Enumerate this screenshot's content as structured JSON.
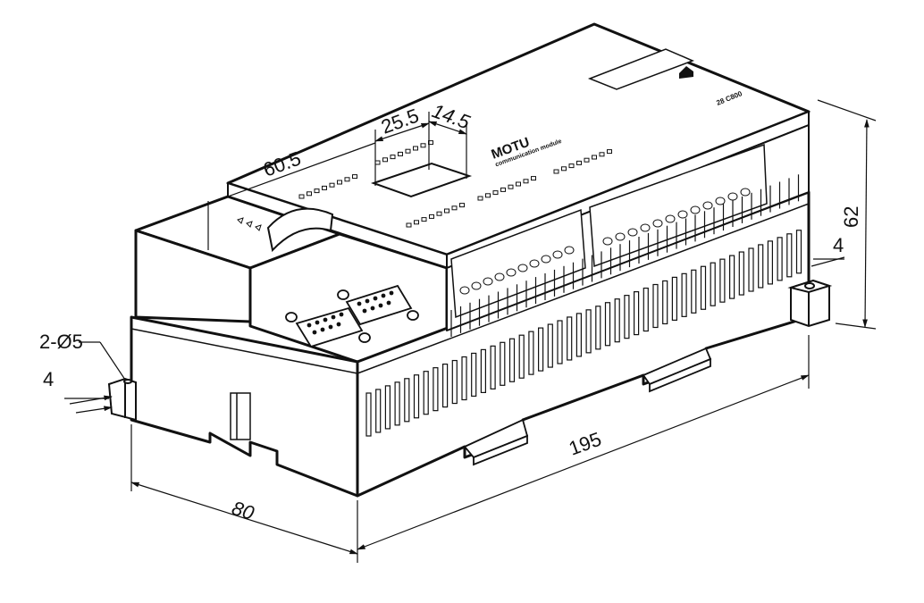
{
  "drawing": {
    "subject": "",
    "brand": "MOTU",
    "brand_subtitle": "communication module",
    "model_label": "28 C800"
  },
  "dimensions": {
    "length": "195",
    "width": "80",
    "height": "62",
    "top_offset": "60.5",
    "top_window": "25.5",
    "top_window_inset": "14.5",
    "hole_spec": "2-Ø5",
    "foot_left": "4",
    "foot_right": "4"
  },
  "colors": {
    "line": "#111111",
    "body": "#ffffff",
    "shade": "#f2f2f2"
  }
}
